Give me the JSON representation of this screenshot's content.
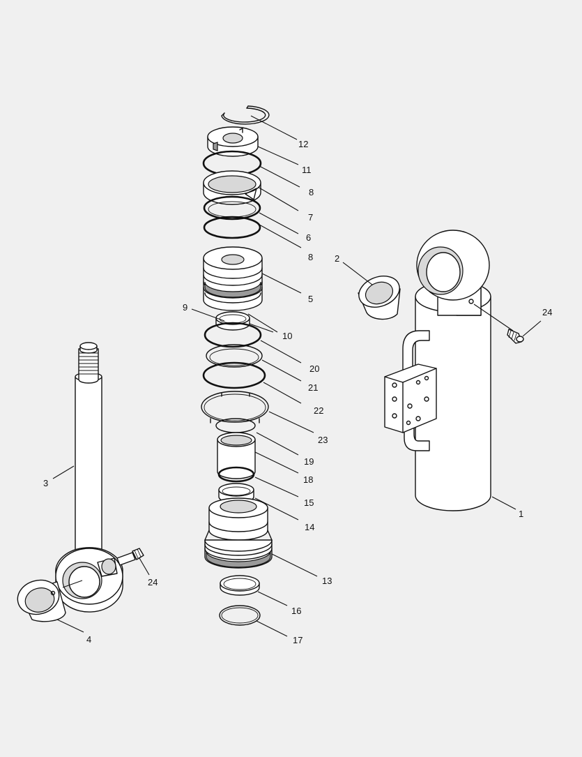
{
  "callouts": [
    {
      "id": "c1",
      "label": "1"
    },
    {
      "id": "c2",
      "label": "2"
    },
    {
      "id": "c3",
      "label": "3"
    },
    {
      "id": "c4",
      "label": "4"
    },
    {
      "id": "c5",
      "label": "5"
    },
    {
      "id": "c6",
      "label": "6"
    },
    {
      "id": "c7",
      "label": "7"
    },
    {
      "id": "c8a",
      "label": "8"
    },
    {
      "id": "c8b",
      "label": "8"
    },
    {
      "id": "c9",
      "label": "9"
    },
    {
      "id": "c10",
      "label": "10"
    },
    {
      "id": "c11",
      "label": "11"
    },
    {
      "id": "c12",
      "label": "12"
    },
    {
      "id": "c13",
      "label": "13"
    },
    {
      "id": "c14",
      "label": "14"
    },
    {
      "id": "c15",
      "label": "15"
    },
    {
      "id": "c16",
      "label": "16"
    },
    {
      "id": "c17",
      "label": "17"
    },
    {
      "id": "c18",
      "label": "18"
    },
    {
      "id": "c19",
      "label": "19"
    },
    {
      "id": "c20",
      "label": "20"
    },
    {
      "id": "c21",
      "label": "21"
    },
    {
      "id": "c22",
      "label": "22"
    },
    {
      "id": "c23",
      "label": "23"
    },
    {
      "id": "c24a",
      "label": "24"
    },
    {
      "id": "c24b",
      "label": "24"
    }
  ]
}
